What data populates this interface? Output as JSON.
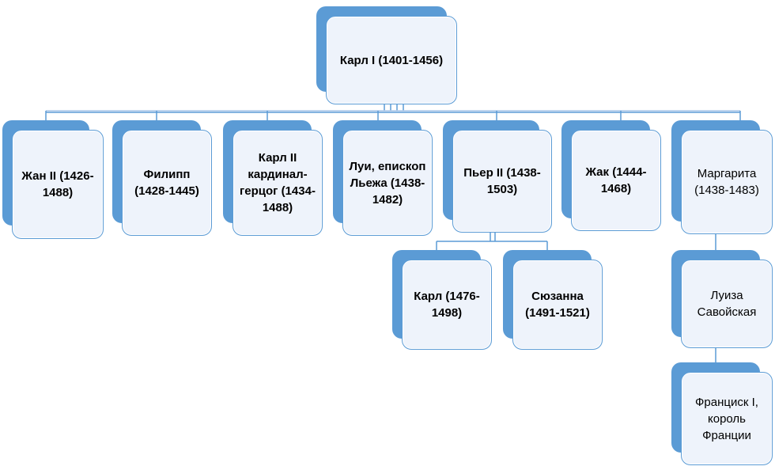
{
  "colors": {
    "accent": "#5b9bd5",
    "box_fill": "#eef3fb",
    "line": "#5b9bd5"
  },
  "root": {
    "label": "Карл I (1401-1456)"
  },
  "children": [
    {
      "id": "jean",
      "label": "Жан II (1426-1488)"
    },
    {
      "id": "philippe",
      "label": "Филипп (1428-1445)"
    },
    {
      "id": "charles",
      "label": "Карл II кардинал-герцог (1434-1488)"
    },
    {
      "id": "louis",
      "label": "Луи, епископ Льежа (1438-1482)"
    },
    {
      "id": "pierre",
      "label": "Пьер II (1438-1503)"
    },
    {
      "id": "jacques",
      "label": "Жак (1444-1468)"
    },
    {
      "id": "marguerite",
      "label": "Маргарита (1438-1483)"
    }
  ],
  "pierre_children": [
    {
      "id": "karl",
      "label": "Карл (1476-1498)"
    },
    {
      "id": "suzanne",
      "label": "Сюзанна (1491-1521)"
    }
  ],
  "marguerite_line": [
    {
      "id": "louise",
      "label": "Луиза Савойская"
    },
    {
      "id": "francis",
      "label": "Франциск I, король Франции"
    }
  ]
}
